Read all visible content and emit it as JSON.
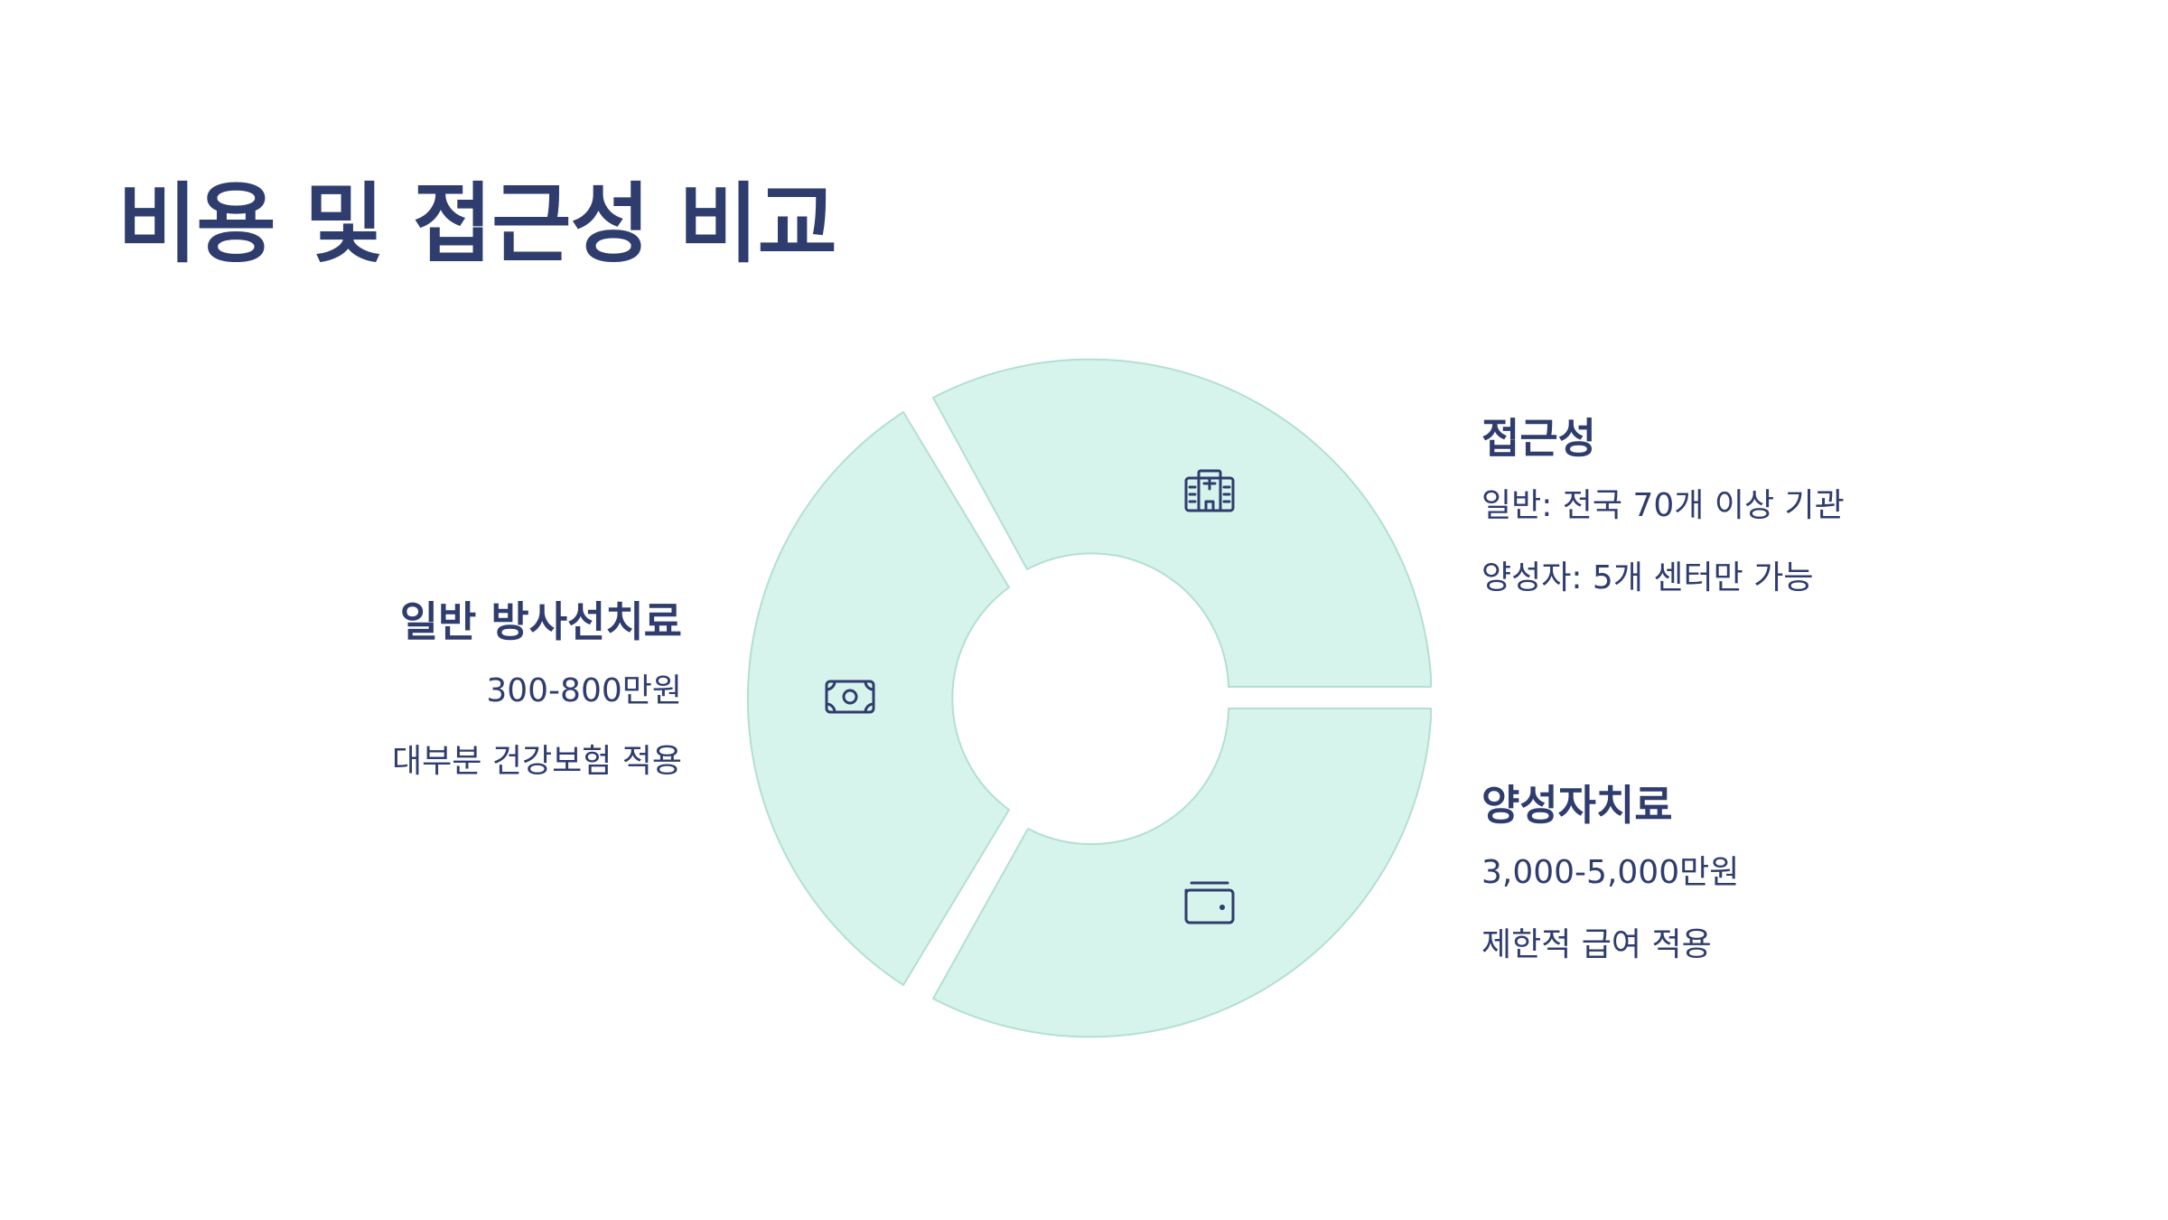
{
  "title": "비용 및 접근성 비교",
  "colors": {
    "segment_fill": "#d6f4ec",
    "segment_stroke": "#b3dfd2",
    "text": "#2f3c6e"
  },
  "segments": [
    {
      "heading": "접근성",
      "lines": [
        "일반: 전국 70개 이상 기관",
        "양성자: 5개 센터만 가능"
      ],
      "icon": "hospital-icon"
    },
    {
      "heading": "양성자치료",
      "lines": [
        "3,000-5,000만원",
        "제한적 급여 적용"
      ],
      "icon": "wallet-icon"
    },
    {
      "heading": "일반 방사선치료",
      "lines": [
        "300-800만원",
        "대부분 건강보험 적용"
      ],
      "icon": "banknote-icon"
    }
  ]
}
